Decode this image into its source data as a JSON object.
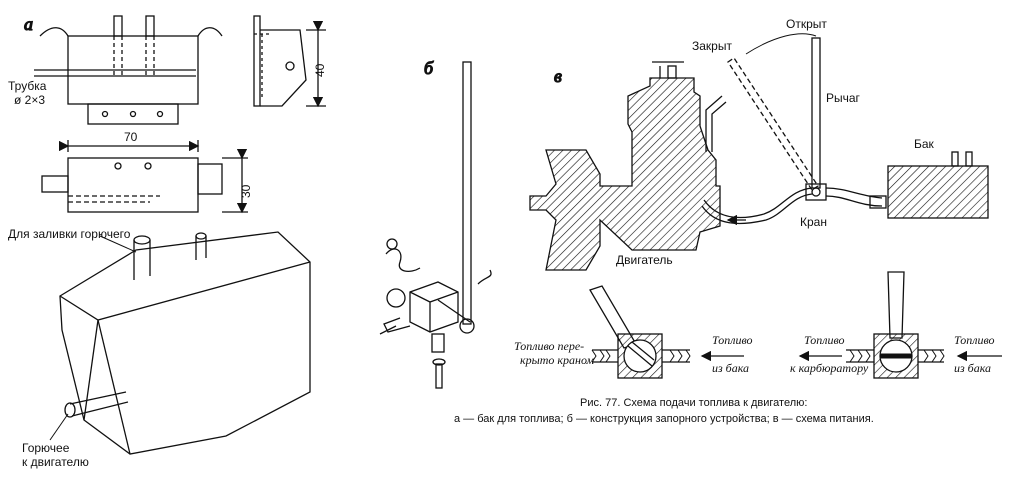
{
  "panel_letters": {
    "a": "а",
    "b": "б",
    "v": "в"
  },
  "panel_a": {
    "tube_label_1": "Трубка",
    "tube_label_2": "ø 2×3",
    "dim_height": "40",
    "dim_length": "70",
    "dim_width": "30",
    "filler_label": "Для заливки горючего",
    "fuel_to_engine_1": "Горючее",
    "fuel_to_engine_2": "к двигателю"
  },
  "panel_v": {
    "open_label": "Открыт",
    "closed_label": "Закрыт",
    "lever_label": "Рычаг",
    "tank_label": "Бак",
    "valve_label": "Кран",
    "engine_label": "Двигатель"
  },
  "valve_details": {
    "left_out_1": "Топливо пере-",
    "left_out_2": "крыто краном",
    "left_in_1": "Топливо",
    "left_in_2": "из бака",
    "right_out_1": "Топливо",
    "right_out_2": "к карбюратору",
    "right_in_1": "Топливо",
    "right_in_2": "из бака"
  },
  "caption": {
    "line1": "Рис. 77. Схема подачи топлива к двигателю:",
    "line2": "а — бак для топлива; б — конструкция запорного устройства; в — схема питания."
  }
}
